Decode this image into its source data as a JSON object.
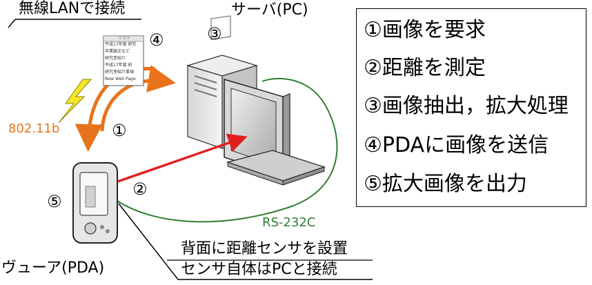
{
  "labels": {
    "wireless": "無線LANで接続",
    "server": "サーバ(PC)",
    "protocol_wifi": "802.11b",
    "protocol_serial": "RS-232C",
    "viewer": "ヴューア(PDA)",
    "sensor_note_line1": "背面に距離センサを設置",
    "sensor_note_line2": "センサ自体はPCと接続"
  },
  "markers": {
    "m1": "①",
    "m2": "②",
    "m3": "③",
    "m4": "④",
    "m5": "⑤"
  },
  "document_icon": {
    "title": "リスト",
    "lines": [
      "平成17年度 研究",
      "卒業論文など",
      "研究室紹介",
      "平成17年度 研",
      "研究室紹介事項",
      "New Web Page"
    ]
  },
  "steps": [
    "①画像を要求",
    "②距離を測定",
    "③画像抽出，拡大処理",
    "④PDAに画像を送信",
    "⑤拡大画像を出力"
  ],
  "colors": {
    "wifi_arrow": "#e8731a",
    "wifi_label": "#e8731a",
    "sensor_beam": "#e02020",
    "serial_cable": "#2e7d32",
    "serial_label": "#2e7d32",
    "lightning": "#f5e62a"
  }
}
